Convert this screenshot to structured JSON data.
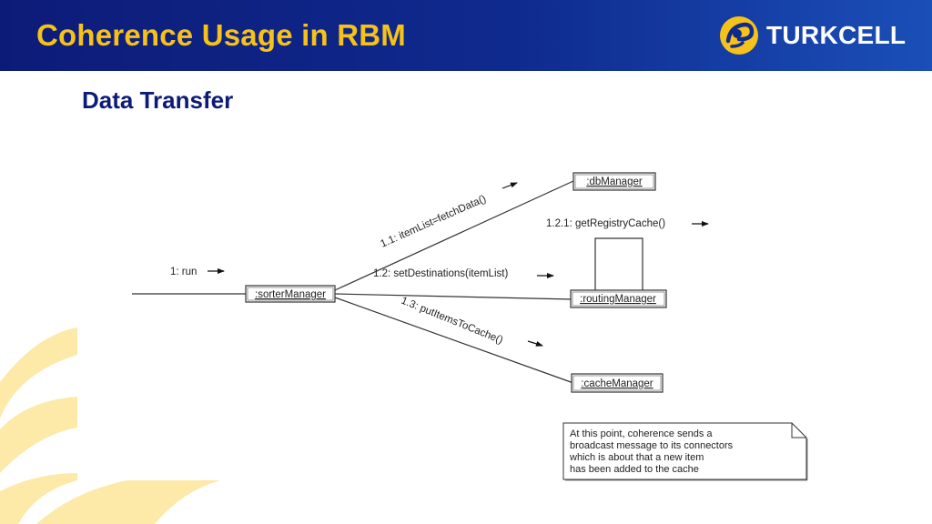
{
  "slide": {
    "title": "Coherence Usage in RBM",
    "subtitle": "Data Transfer",
    "brand": "TURKCELL"
  },
  "colors": {
    "header": "#0f2a8e",
    "title": "#f6c21a",
    "subtitle": "#0d1b78",
    "deco": "#fde9a8"
  },
  "diagram": {
    "objects": {
      "sorter": ":sorterManager",
      "db": ":dbManager",
      "routing": ":routingManager",
      "cache": ":cacheManager"
    },
    "messages": {
      "run": "1: run",
      "fetch": "1.1: itemList=fetchData()",
      "registry": "1.2.1: getRegistryCache()",
      "dest": "1.2: setDestinations(itemList)",
      "put": "1.3: putItemsToCache()"
    },
    "note_lines": [
      "At this point, coherence sends a",
      "broadcast message to its connectors",
      "which is about that a new item",
      "has been added to the cache"
    ]
  }
}
